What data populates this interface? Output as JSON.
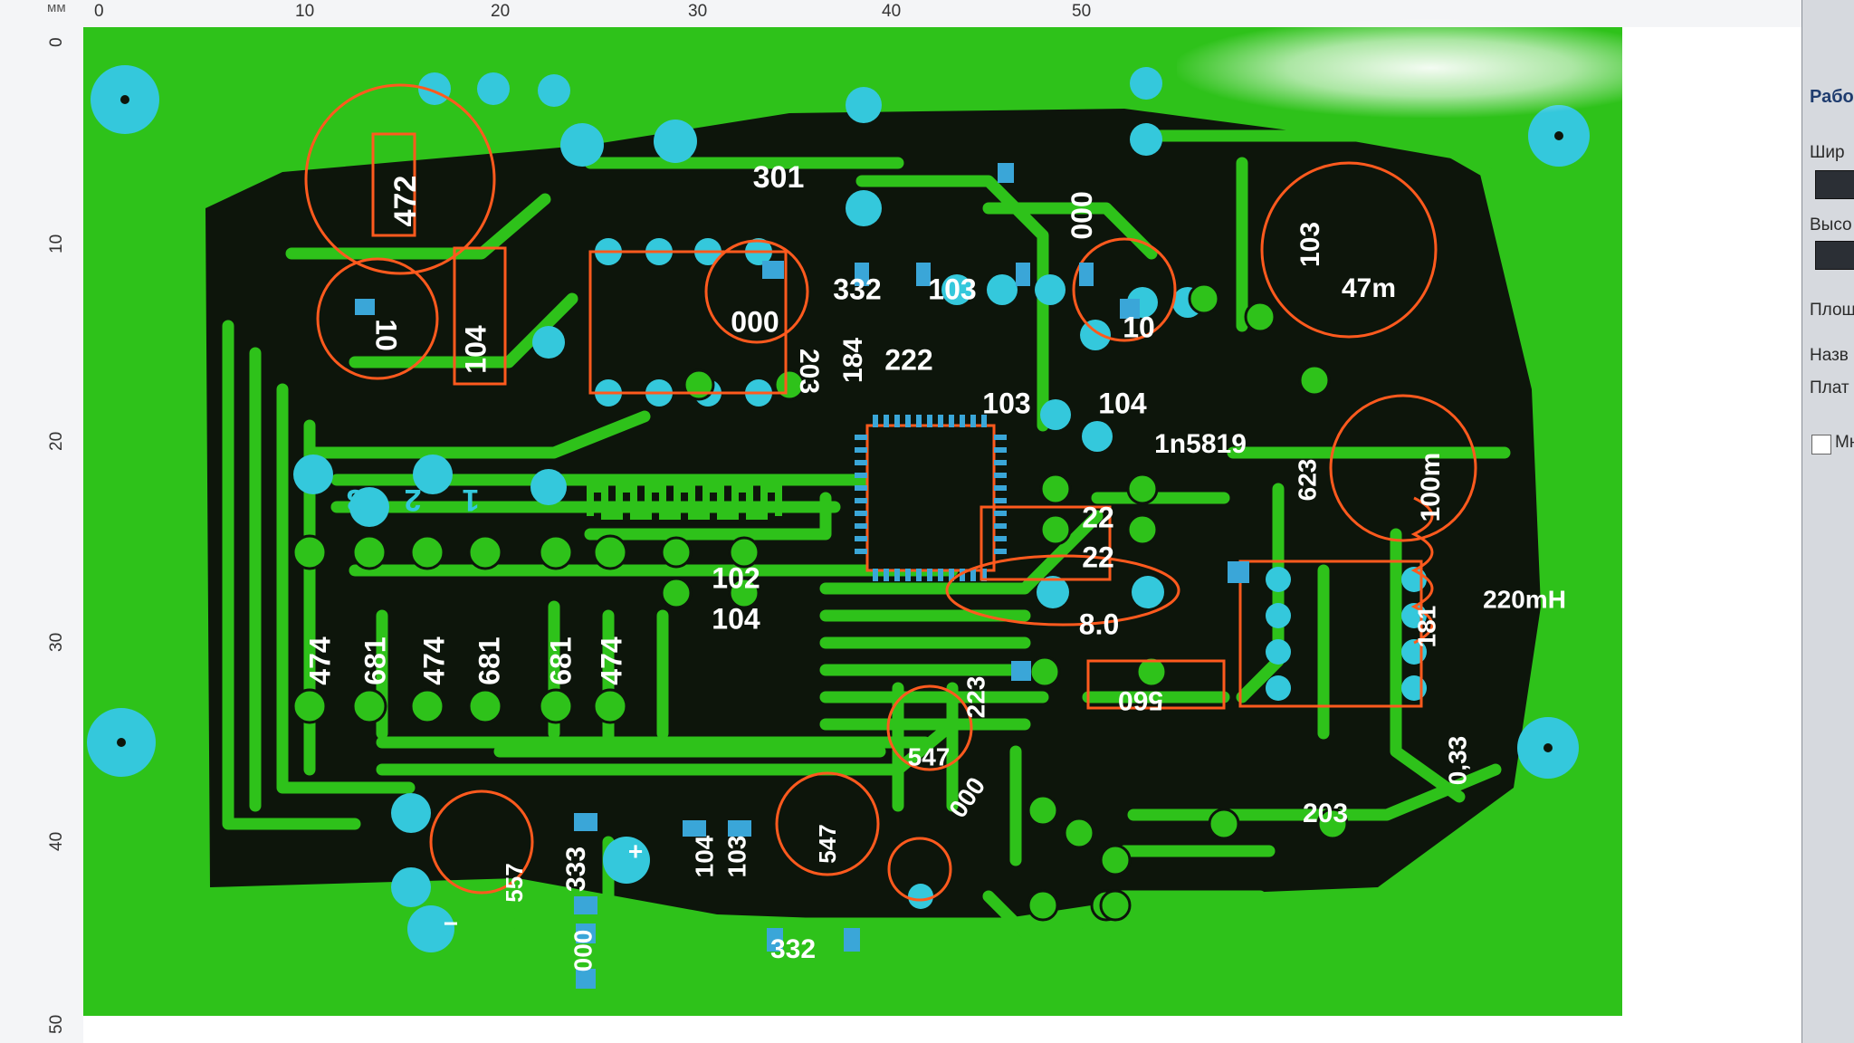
{
  "ruler": {
    "units": "мм",
    "top_ticks": [
      "0",
      "10",
      "20",
      "30",
      "40",
      "50"
    ],
    "left_ticks": [
      "0",
      "10",
      "20",
      "30",
      "40",
      "50"
    ]
  },
  "side_panel": {
    "title": "Рабо",
    "width_label": "Шир",
    "height_label": "Высо",
    "area_label": "Площ",
    "name_label": "Назв",
    "name_value": "Плат",
    "checkbox_label": "Мн"
  },
  "board": {
    "component_labels": [
      "301",
      "472",
      "000",
      "103",
      "332",
      "103",
      "47m",
      "10",
      "104",
      "000",
      "203",
      "184",
      "222",
      "10",
      "103",
      "104",
      "1n5819",
      "623",
      "100m",
      "220mH",
      "22",
      "22",
      "102",
      "104",
      "8.0",
      "181",
      "474",
      "681",
      "474",
      "681",
      "681",
      "474",
      "223",
      "560",
      "547",
      "000",
      "0,33",
      "203",
      "557",
      "333",
      "104",
      "103",
      "547",
      "000",
      "332",
      "3",
      "2",
      "1",
      "+",
      "−"
    ],
    "colors": {
      "copper": "#2ec21a",
      "board_dark": "#0d150b",
      "pad": "#34c8dc",
      "silk": "#ff5a1e",
      "smd": "#3aa6d8"
    }
  }
}
